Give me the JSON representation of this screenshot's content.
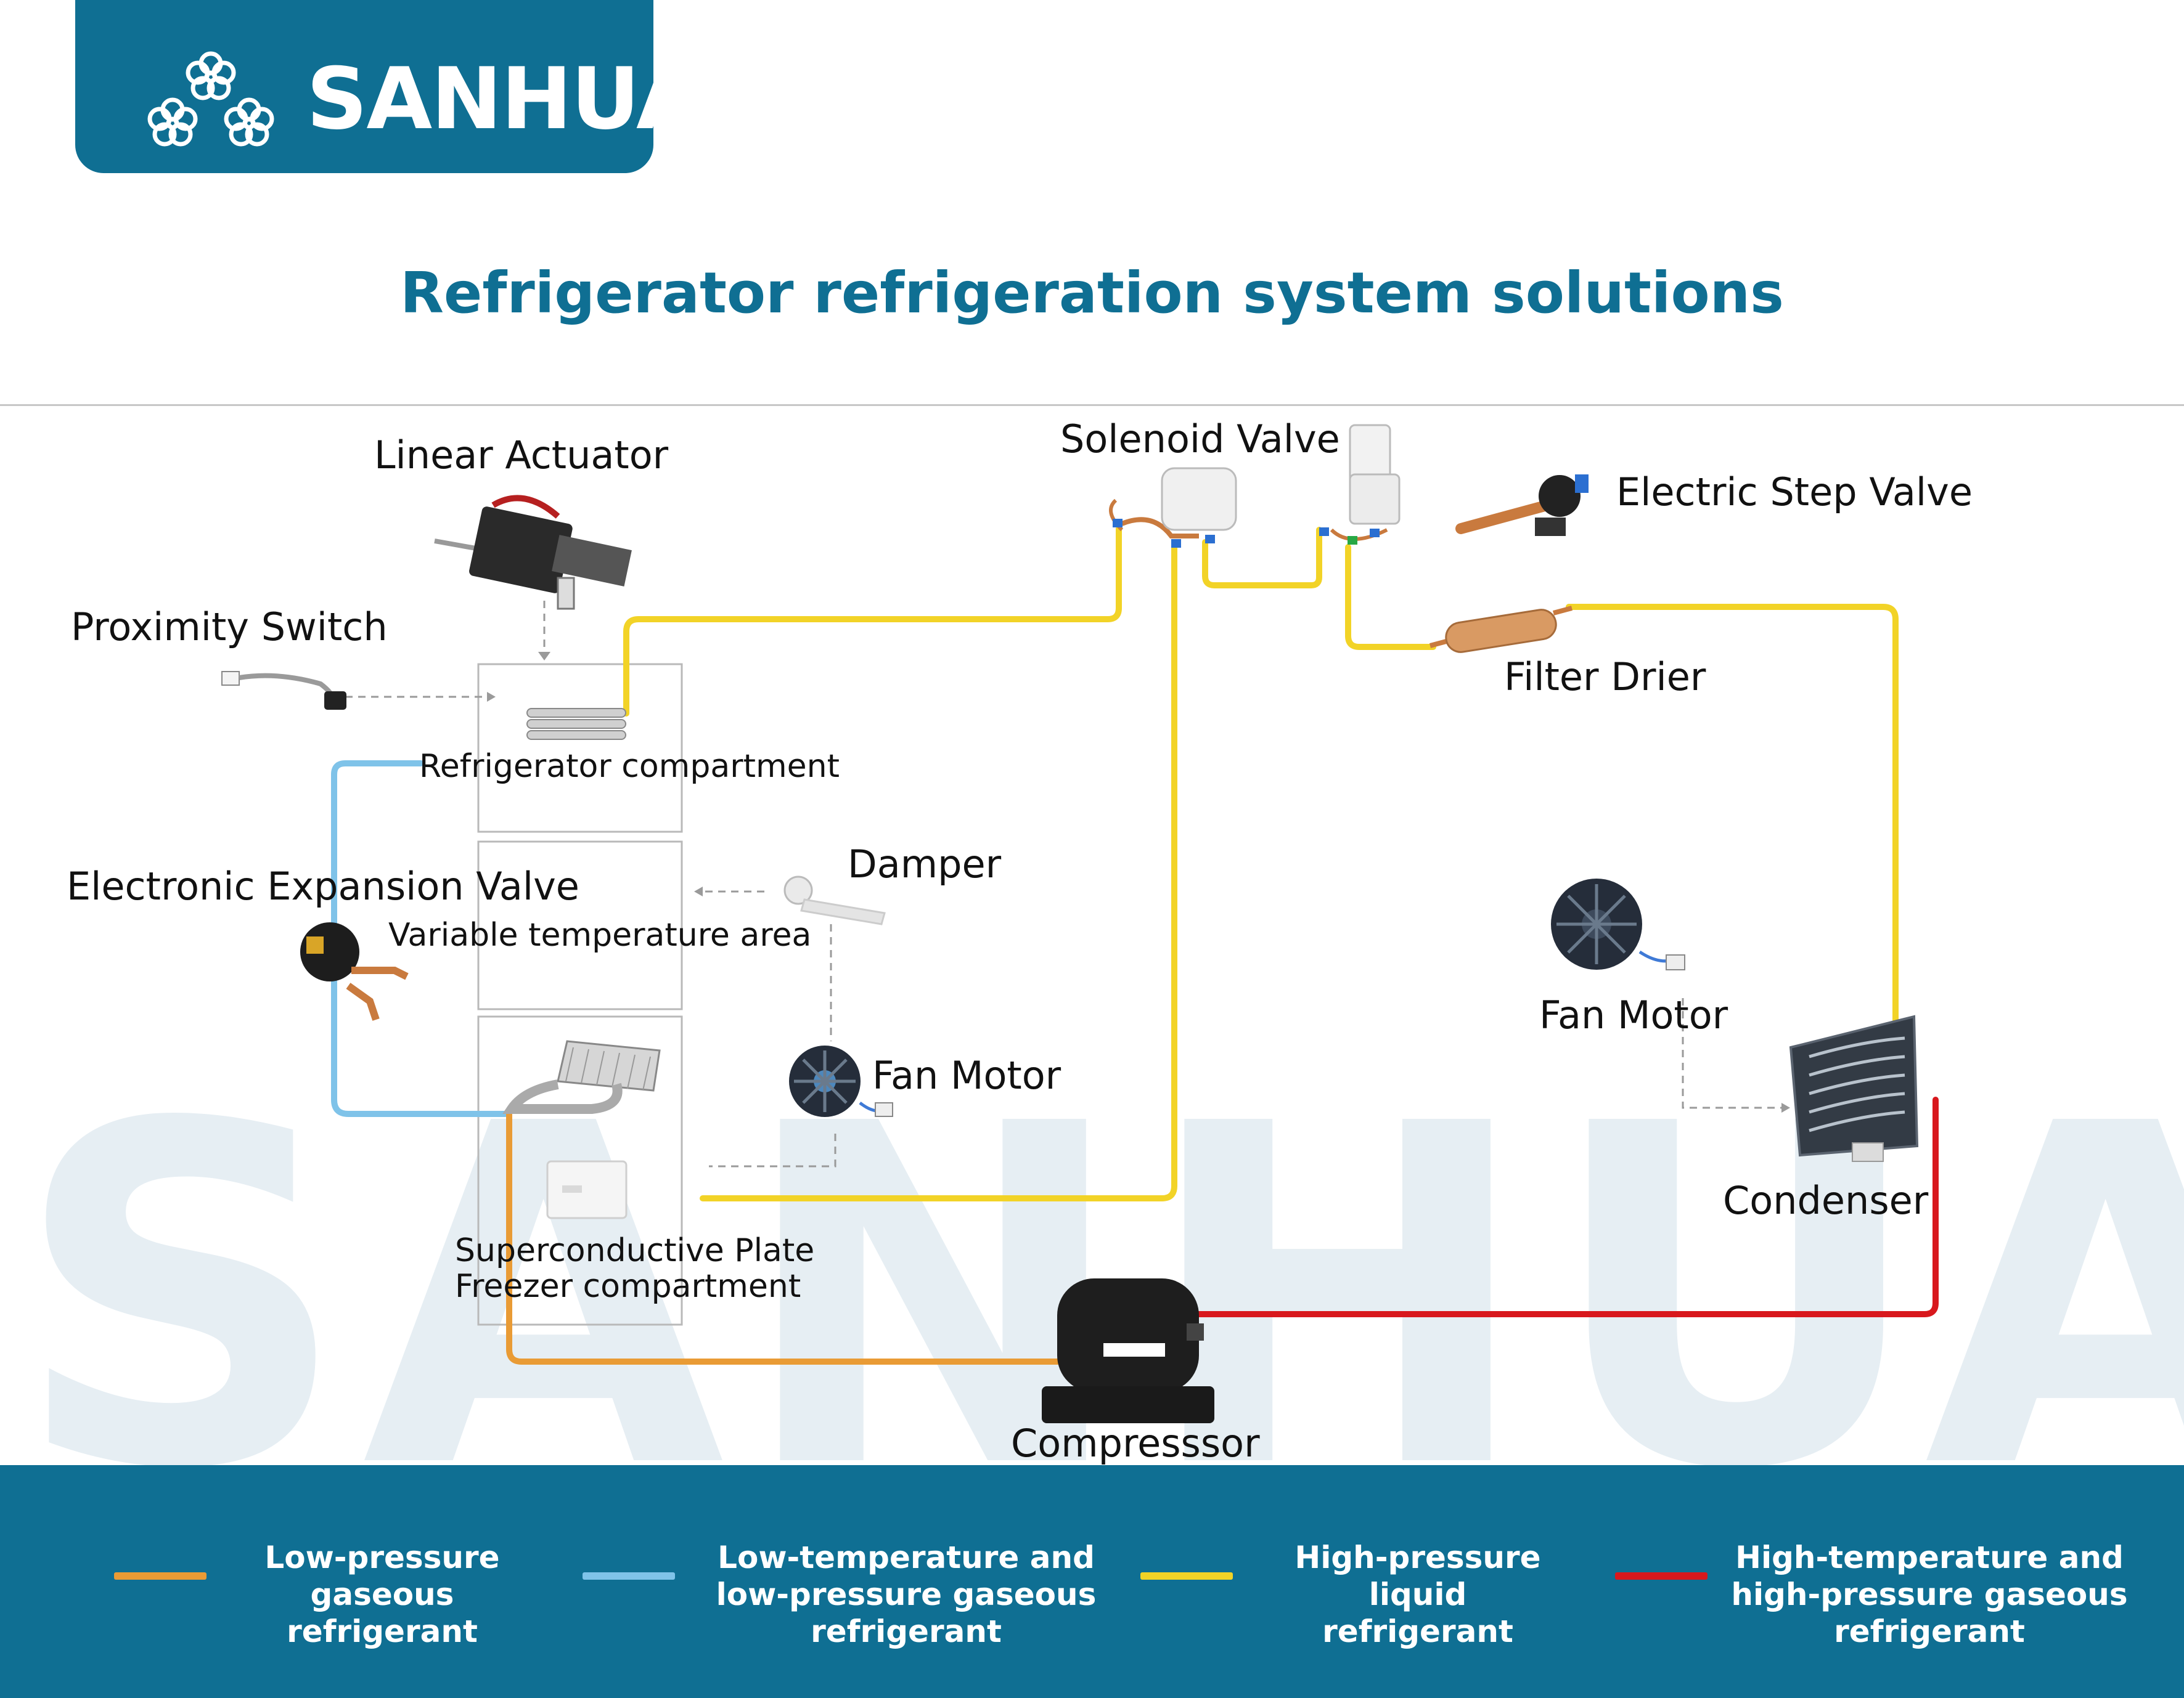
{
  "brand": {
    "name": "SANHUA"
  },
  "title": "Refrigerator refrigeration system solutions",
  "colors": {
    "brand": "#0f6f93",
    "low_pressure_gas": "#e99b35",
    "low_temp_low_pressure": "#7fc3e9",
    "high_pressure_liquid": "#f2d327",
    "high_temp_high_pressure": "#d8181d"
  },
  "labels": {
    "linear_actuator": "Linear Actuator",
    "proximity_switch": "Proximity Switch",
    "solenoid_valve": "Solenoid Valve",
    "electric_step_valve": "Electric Step Valve",
    "filter_drier": "Filter Drier",
    "refrigerator_compartment": "Refrigerator compartment",
    "damper": "Damper",
    "electronic_expansion_valve": "Electronic Expansion Valve",
    "variable_temperature_area": "Variable temperature area",
    "fan_motor_left": "Fan Motor",
    "fan_motor_right": "Fan Motor",
    "condenser": "Condenser",
    "superconductive_plate": "Superconductive Plate",
    "freezer_compartment": "Freezer compartment",
    "compressor": "Compresssor"
  },
  "legend": [
    {
      "line1": "Low-pressure gaseous",
      "line2": "refrigerant",
      "color": "#e99b35"
    },
    {
      "line1": "Low-temperature and",
      "line2": "low-pressure gaseous refrigerant",
      "color": "#7fc3e9"
    },
    {
      "line1": "High-pressure liquid",
      "line2": "refrigerant",
      "color": "#f2d327"
    },
    {
      "line1": "High-temperature and",
      "line2": "high-pressure gaseous refrigerant",
      "color": "#d8181d"
    }
  ]
}
